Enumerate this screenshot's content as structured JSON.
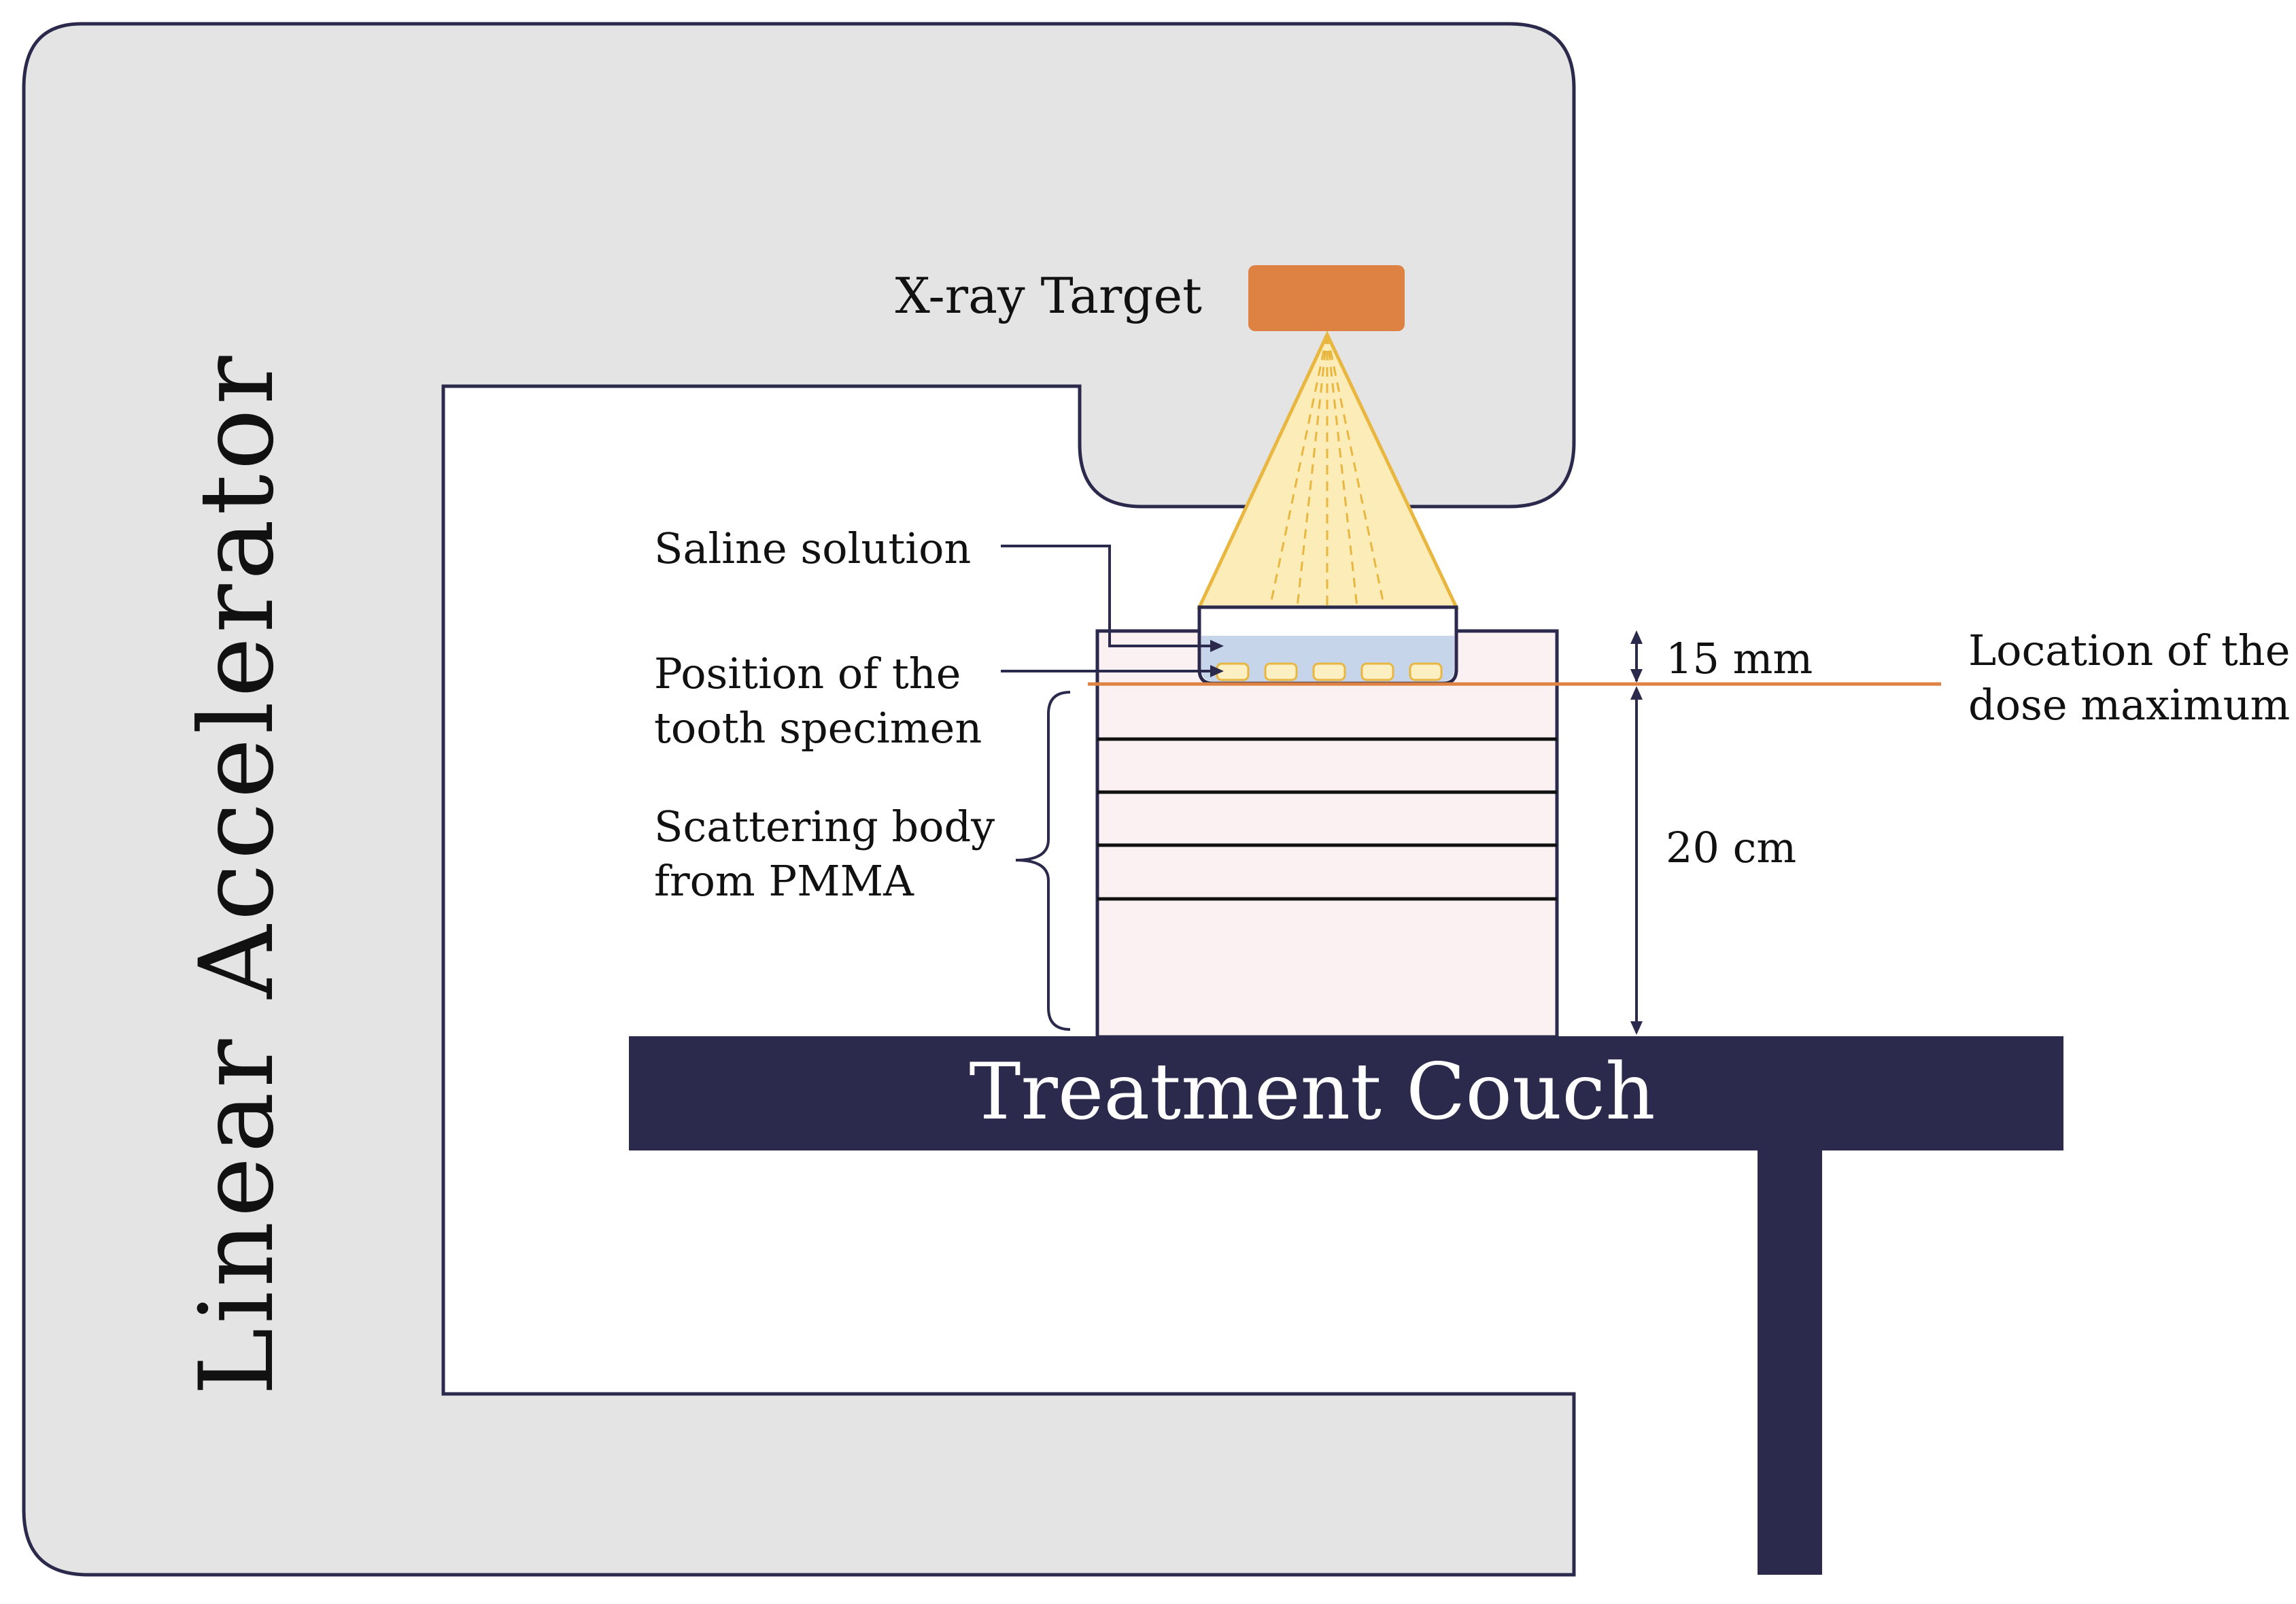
{
  "labels": {
    "linac": "Linear Accelerator",
    "xray_target": "X-ray Target",
    "saline": "Saline solution",
    "tooth_line1": "Position of the",
    "tooth_line2": "tooth specimen",
    "scatter_line1": "Scattering body",
    "scatter_line2": "from PMMA",
    "dim_15": "15 mm",
    "dim_20": "20 cm",
    "dose_line1": "Location of the",
    "dose_line2": "dose maximum",
    "couch": "Treatment Couch"
  },
  "colors": {
    "gantry_fill": "#e4e4e4",
    "outline": "#2b2a4c",
    "target": "#de8243",
    "beam_fill": "#fcecb8",
    "beam_stroke": "#e9b640",
    "saline_fill": "#c6d5ea",
    "tooth_fill": "#fcefc2",
    "pmma_fill": "#fcf1f2",
    "dose_line": "#de8243",
    "couch": "#2b2a4c",
    "couch_text": "#ffffff"
  }
}
